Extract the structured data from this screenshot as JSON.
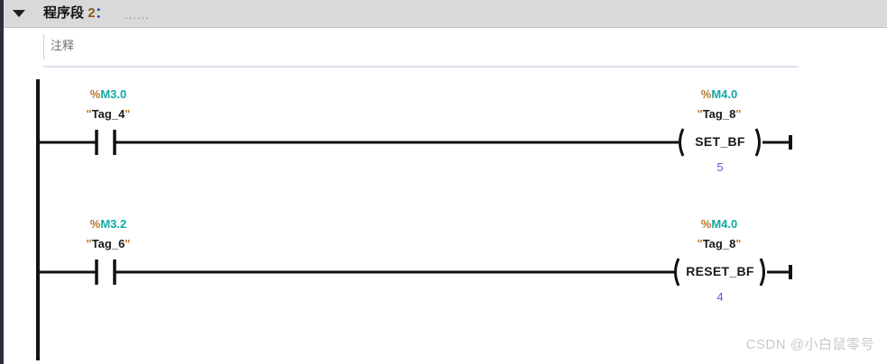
{
  "header": {
    "collapse_icon": "triangle-down-icon",
    "title_prefix": "程序段",
    "title_number": "2",
    "title_colon": "：",
    "title_dots": "......"
  },
  "comment": {
    "placeholder": "注释",
    "value": "注释"
  },
  "ladder": {
    "rungs": [
      {
        "contact": {
          "type": "normally-open-contact",
          "address": "M3.0",
          "address_prefix": "%",
          "tag": "Tag_4"
        },
        "coil": {
          "type": "set-bit-field-coil",
          "operator": "SET_BF",
          "address": "M4.0",
          "address_prefix": "%",
          "tag": "Tag_8",
          "value": "5"
        }
      },
      {
        "contact": {
          "type": "normally-open-contact",
          "address": "M3.2",
          "address_prefix": "%",
          "tag": "Tag_6"
        },
        "coil": {
          "type": "reset-bit-field-coil",
          "operator": "RESET_BF",
          "address": "M4.0",
          "address_prefix": "%",
          "tag": "Tag_8",
          "value": "4"
        }
      }
    ]
  },
  "watermark": {
    "text": "CSDN @小白鼠零号"
  },
  "colors": {
    "address": "#11aaa8",
    "percent": "#b4762a",
    "value": "#4f63d8",
    "header_bg": "#d9d9d9",
    "divider": "#dedeee",
    "wire": "#111111"
  }
}
